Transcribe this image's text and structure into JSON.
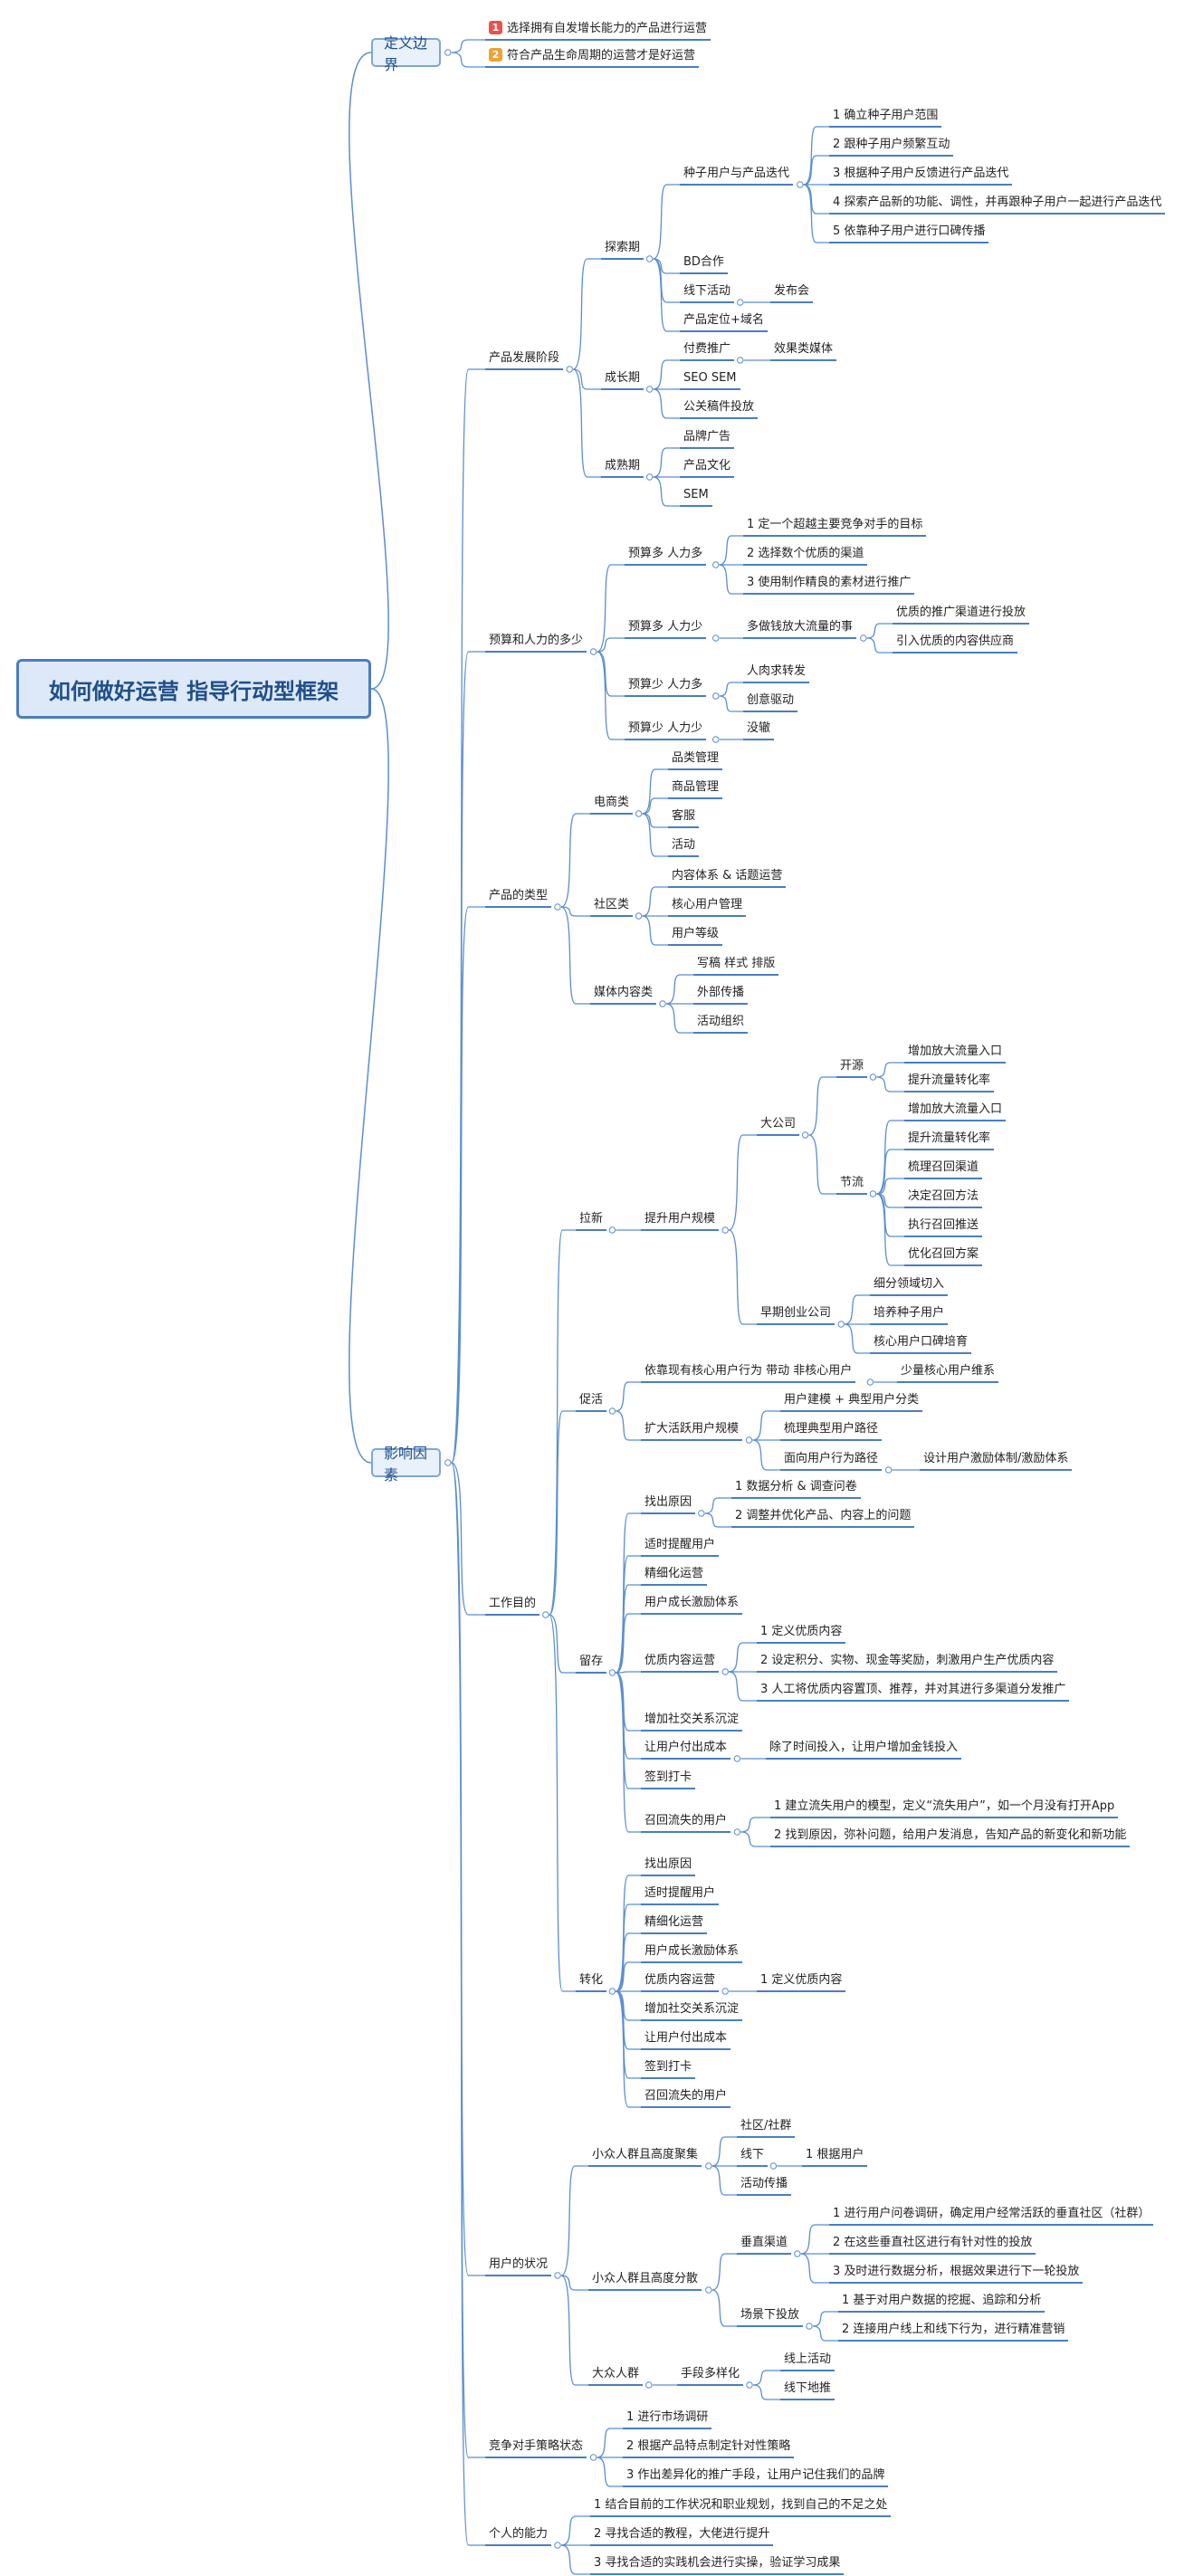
{
  "colors": {
    "line": "#5b8ed0",
    "root_border": "#4a7ebf",
    "root_fill": "#dde9f8",
    "badge_1": "#e8534a",
    "badge_2": "#f0a03a"
  },
  "root": "如何做好运营 指导行动型框架",
  "boundary": {
    "title": "定义边界",
    "items": [
      {
        "badge": "1",
        "text": "选择拥有自发增长能力的产品进行运营"
      },
      {
        "badge": "2",
        "text": "符合产品生命周期的运营才是好运营"
      }
    ]
  },
  "factors": {
    "title": "影响因素",
    "stage": {
      "title": "产品发展阶段",
      "explore": {
        "title": "探索期",
        "seed": {
          "title": "种子用户与产品迭代",
          "items": [
            "1 确立种子用户范围",
            "2 跟种子用户频繁互动",
            "3 根据种子用户反馈进行产品迭代",
            "4 探索产品新的功能、调性，并再跟种子用户一起进行产品迭代",
            "5 依靠种子用户进行口碑传播"
          ]
        },
        "bd": "BD合作",
        "offline": "线下活动",
        "launch": "发布会",
        "position": "产品定位+域名"
      },
      "growth": {
        "title": "成长期",
        "paid": "付费推广",
        "effect": "效果类媒体",
        "seo": "SEO SEM",
        "pr": "公关稿件投放"
      },
      "mature": {
        "title": "成熟期",
        "items": [
          "品牌广告",
          "产品文化",
          "SEM"
        ]
      }
    },
    "budget": {
      "title": "预算和人力的多少",
      "a": {
        "title": "预算多 人力多",
        "items": [
          "1 定一个超越主要竞争对手的目标",
          "2 选择数个优质的渠道",
          "3 使用制作精良的素材进行推广"
        ]
      },
      "b": {
        "title": "预算多 人力少",
        "mid": "多做钱放大流量的事",
        "items": [
          "优质的推广渠道进行投放",
          "引入优质的内容供应商"
        ]
      },
      "c": {
        "title": "预算少 人力多",
        "items": [
          "人肉求转发",
          "创意驱动"
        ]
      },
      "d": {
        "title": "预算少 人力少",
        "item": "没辙"
      }
    },
    "ptype": {
      "title": "产品的类型",
      "ecom": {
        "title": "电商类",
        "items": [
          "品类管理",
          "商品管理",
          "客服",
          "活动"
        ]
      },
      "community": {
        "title": "社区类",
        "items": [
          "内容体系 & 话题运营",
          "核心用户管理",
          "用户等级"
        ]
      },
      "media": {
        "title": "媒体内容类",
        "items": [
          "写稿 样式 排版",
          "外部传播",
          "活动组织"
        ]
      }
    },
    "goal": {
      "title": "工作目的",
      "acquire": {
        "title": "拉新",
        "scale": "提升用户规模",
        "big": "大公司",
        "open": {
          "title": "开源",
          "items": [
            "增加放大流量入口",
            "提升流量转化率"
          ]
        },
        "save": {
          "title": "节流",
          "items": [
            "增加放大流量入口",
            "提升流量转化率",
            "梳理召回渠道",
            "决定召回方法",
            "执行召回推送",
            "优化召回方案"
          ]
        },
        "early": {
          "title": "早期创业公司",
          "items": [
            "细分领域切入",
            "培养种子用户",
            "核心用户口碑培育"
          ]
        }
      },
      "activate": {
        "title": "促活",
        "core": "依靠现有核心用户行为 带动 非核心用户",
        "core_child": "少量核心用户维系",
        "expand": "扩大活跃用户规模",
        "items": [
          "用户建模 + 典型用户分类",
          "梳理典型用户路径"
        ],
        "path": "面向用户行为路径",
        "path_child": "设计用户激励体制/激励体系"
      },
      "retain": {
        "title": "留存",
        "find": {
          "title": "找出原因",
          "items": [
            "1 数据分析 & 调查问卷",
            "2 调整并优化产品、内容上的问题"
          ]
        },
        "plain": [
          "适时提醒用户",
          "精细化运营",
          "用户成长激励体系"
        ],
        "content": {
          "title": "优质内容运营",
          "items": [
            "1 定义优质内容",
            "2 设定积分、实物、现金等奖励，刺激用户生产优质内容",
            "3 人工将优质内容置顶、推荐，并对其进行多渠道分发推广"
          ]
        },
        "social": "增加社交关系沉淀",
        "cost": {
          "title": "让用户付出成本",
          "item": "除了时间投入，让用户增加金钱投入"
        },
        "checkin": "签到打卡",
        "recall": {
          "title": "召回流失的用户",
          "items": [
            "1 建立流失用户的模型，定义“流失用户”，如一个月没有打开App",
            "2 找到原因，弥补问题，给用户发消息，告知产品的新变化和新功能"
          ]
        }
      },
      "convert": {
        "title": "转化",
        "items": [
          "找出原因",
          "适时提醒用户",
          "精细化运营",
          "用户成长激励体系",
          "优质内容运营",
          "增加社交关系沉淀",
          "让用户付出成本",
          "签到打卡",
          "召回流失的用户"
        ],
        "content_child": "1 定义优质内容"
      }
    },
    "users": {
      "title": "用户的状况",
      "niche_gather": {
        "title": "小众人群且高度聚集",
        "community": "社区/社群",
        "offline": "线下",
        "offline_child": "1 根据用户",
        "spread": "活动传播"
      },
      "niche_scatter": {
        "title": "小众人群且高度分散",
        "vertical": {
          "title": "垂直渠道",
          "items": [
            "1 进行用户问卷调研，确定用户经常活跃的垂直社区（社群）",
            "2 在这些垂直社区进行有针对性的投放",
            "3 及时进行数据分析，根据效果进行下一轮投放"
          ]
        },
        "scene": {
          "title": "场景下投放",
          "items": [
            "1 基于对用户数据的挖掘、追踪和分析",
            "2 连接用户线上和线下行为，进行精准营销"
          ]
        }
      },
      "mass": {
        "title": "大众人群",
        "mid": "手段多样化",
        "items": [
          "线上活动",
          "线下地推"
        ]
      }
    },
    "compete": {
      "title": "竞争对手策略状态",
      "items": [
        "1 进行市场调研",
        "2 根据产品特点制定针对性策略",
        "3 作出差异化的推广手段，让用户记住我们的品牌"
      ]
    },
    "ability": {
      "title": "个人的能力",
      "items": [
        "1 结合目前的工作状况和职业规划，找到自己的不足之处",
        "2 寻找合适的教程，大佬进行提升",
        "3 寻找合适的实践机会进行实操，验证学习成果"
      ]
    }
  }
}
